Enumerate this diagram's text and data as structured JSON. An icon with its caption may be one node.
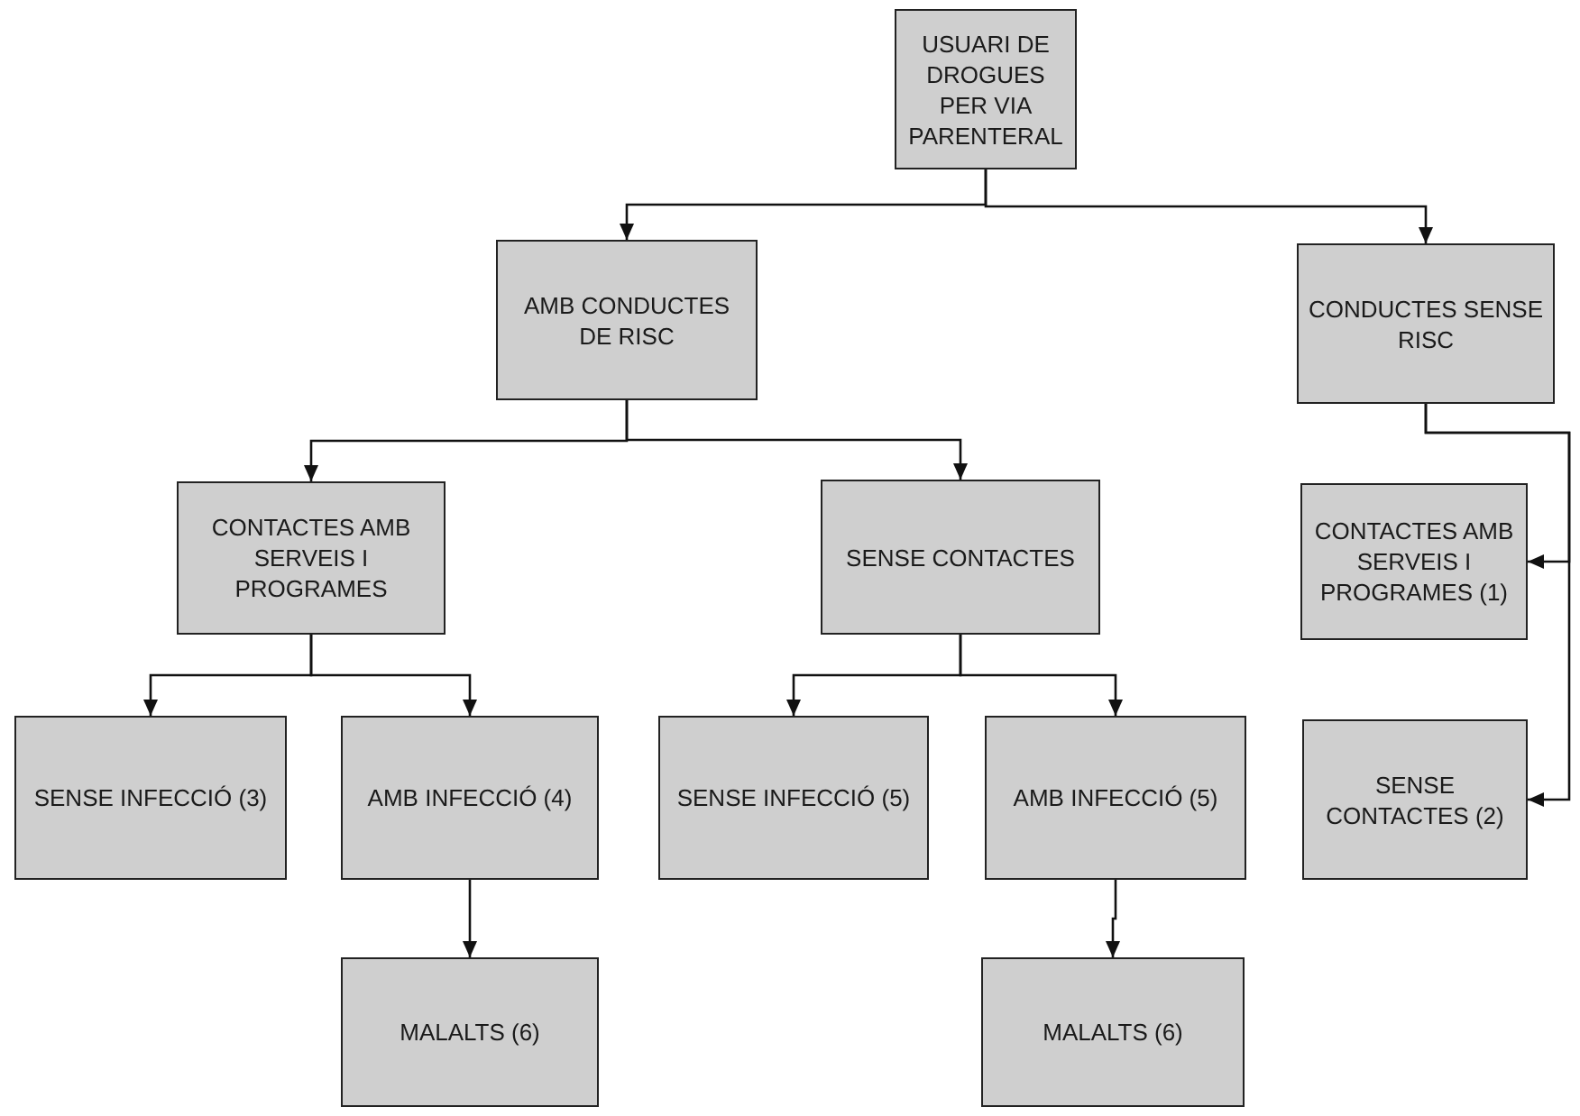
{
  "diagram": {
    "nodes": [
      {
        "text": [
          "USUARI DE DROGUES PER VIA PARENTERAL"
        ]
      },
      {
        "text": [
          "AMB CONDUCTES DE RISC"
        ]
      },
      {
        "text": [
          "CONDUCTES SENSE RISC"
        ]
      },
      {
        "text": [
          "CONTACTES AMB SERVEIS I PROGRAMES"
        ]
      },
      {
        "text": [
          "SENSE CONTACTES"
        ]
      },
      {
        "text": [
          "CONTACTES AMB SERVEIS I PROGRAMES (1)"
        ]
      },
      {
        "text": [
          "SENSE INFECCIÓ (3)"
        ]
      },
      {
        "text": [
          "AMB INFECCIÓ (4)"
        ]
      },
      {
        "text": [
          "SENSE INFECCIÓ (5)"
        ]
      },
      {
        "text": [
          "AMB INFECCIÓ (5)"
        ]
      },
      {
        "text": [
          "SENSE CONTACTES (2)"
        ]
      },
      {
        "text": [
          "MALALTS (6)"
        ]
      },
      {
        "text": [
          "MALALTS (6)"
        ]
      }
    ],
    "edges": [
      {
        "from": 0,
        "to": 1,
        "arrow": "to"
      },
      {
        "from": 0,
        "to": 2,
        "arrow": "to"
      },
      {
        "from": 1,
        "to": 3,
        "arrow": "to"
      },
      {
        "from": 1,
        "to": 4,
        "arrow": "to"
      },
      {
        "from": 2,
        "to": 5,
        "arrow": "to"
      },
      {
        "from": 2,
        "to": 10,
        "arrow": "to"
      },
      {
        "from": 3,
        "to": 6,
        "arrow": "to"
      },
      {
        "from": 3,
        "to": 7,
        "arrow": "to"
      },
      {
        "from": 4,
        "to": 8,
        "arrow": "to"
      },
      {
        "from": 4,
        "to": 9,
        "arrow": "to"
      },
      {
        "from": 7,
        "to": 11,
        "arrow": "to"
      },
      {
        "from": 9,
        "to": 12,
        "arrow": "to"
      }
    ]
  }
}
